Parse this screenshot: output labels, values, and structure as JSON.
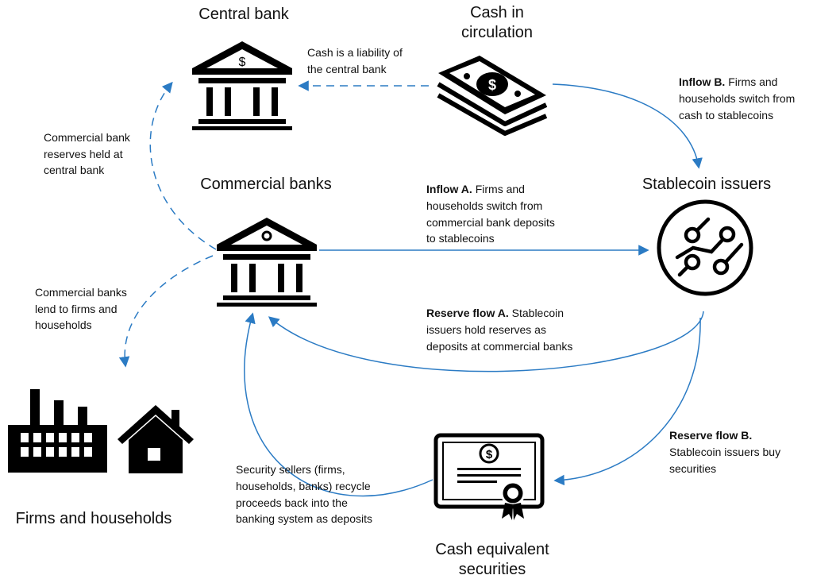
{
  "nodes": {
    "central_bank": "Central bank",
    "cash_in_circulation": [
      "Cash in",
      "circulation"
    ],
    "commercial_banks": "Commercial banks",
    "stablecoin_issuers": "Stablecoin issuers",
    "firms_households": "Firms and households",
    "cash_equivalent": [
      "Cash equivalent",
      "securities"
    ]
  },
  "notes": {
    "cash_liability": [
      "Cash is a liability of",
      "the central bank"
    ],
    "inflow_b": {
      "bold": "Inflow B.",
      "lines": [
        " Firms and",
        "households switch from",
        "cash to stablecoins"
      ]
    },
    "inflow_a": {
      "bold": "Inflow A.",
      "lines": [
        " Firms and",
        "households switch from",
        "commercial bank deposits",
        "to stablecoins"
      ]
    },
    "reserve_a": {
      "bold": "Reserve flow A.",
      "lines": [
        " Stablecoin",
        "issuers hold reserves as",
        "deposits at commercial banks"
      ]
    },
    "reserve_b": {
      "bold": "Reserve flow B.",
      "lines": [
        "Stablecoin issuers buy",
        "securities"
      ]
    },
    "reserves_held": [
      "Commercial bank",
      "reserves held at",
      "central bank"
    ],
    "banks_lend": [
      "Commercial banks",
      "lend to firms and",
      "households"
    ],
    "security_sellers": [
      "Security sellers (firms,",
      "households, banks) recycle",
      "proceeds back into the",
      "banking system as deposits"
    ]
  },
  "colors": {
    "arrow": "#2b7bc4",
    "icon": "#000000"
  },
  "icons": [
    "bank-icon",
    "money-stack-icon",
    "circuit-coin-icon",
    "factory-icon",
    "house-icon",
    "certificate-icon"
  ]
}
